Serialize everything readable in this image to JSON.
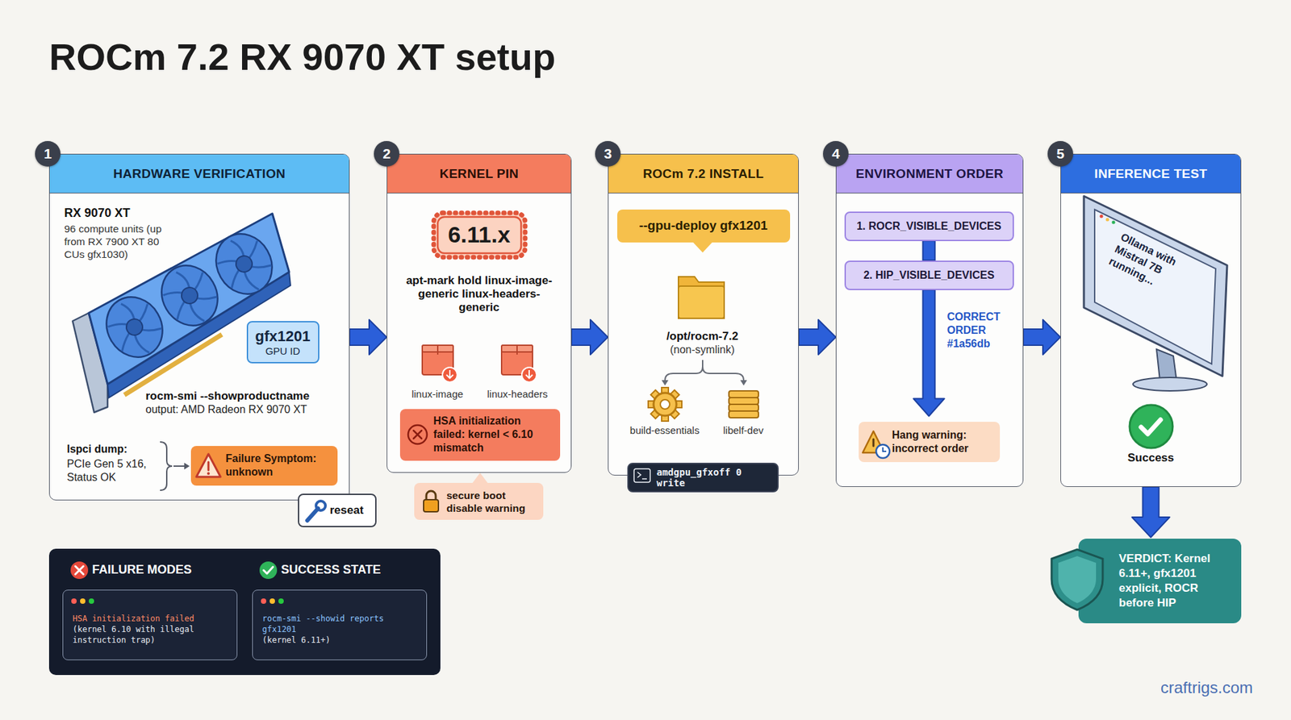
{
  "diagram": {
    "title": "ROCm 7.2 RX 9070 XT setup",
    "nodes": [
      {
        "text": [
          "HARDWARE VERIFICATION",
          "RX 9070 XT",
          "96 compute units (up from RX 7900 XT 80 CUs gfx1030)",
          "rocm-smi --showproductname",
          "output: AMD Radeon RX 9070 XT",
          "lspci dump:",
          "PCIe Gen 5 x16, Status OK"
        ]
      },
      {
        "text": [
          "gfx1201",
          "GPU ID"
        ],
        "in": 0
      },
      {
        "text": [
          "Failure Symptom: unknown"
        ],
        "in": 0
      },
      {
        "text": [
          "reseat"
        ],
        "in": 0
      },
      {
        "text": [
          "KERNEL PIN",
          "apt-mark hold linux-image-generic linux-headers-generic",
          "linux-image",
          "linux-headers"
        ]
      },
      {
        "text": [
          "6.11.x"
        ],
        "in": 4
      },
      {
        "text": [
          "HSA initialization failed: kernel < 6.10 mismatch"
        ],
        "in": 4
      },
      {
        "text": [
          "secure boot disable warning"
        ]
      },
      {
        "text": [
          "ROCm 7.2 INSTALL",
          "/opt/rocm-7.2",
          "(non-symlink)",
          "build-essentials",
          "libelf-dev"
        ]
      },
      {
        "text": [
          "--gpu-deploy gfx1201"
        ],
        "in": 8
      },
      {
        "text": [
          "amdgpu_gfxoff 0 write"
        ],
        "in": 8
      },
      {
        "text": [
          "ENVIRONMENT ORDER",
          "CORRECT ORDER #1a56db"
        ]
      },
      {
        "text": [
          "1. ROCR_VISIBLE_DEVICES"
        ],
        "in": 11
      },
      {
        "text": [
          "2. HIP_VISIBLE_DEVICES"
        ],
        "in": 11
      },
      {
        "text": [
          "Hang warning: incorrect order"
        ],
        "in": 11
      },
      {
        "text": [
          "INFERENCE TEST",
          "Ollama with Mistral 7B running...",
          "Success"
        ]
      },
      {
        "text": [
          "VERDICT: Kernel 6.11+, gfx1201 explicit, ROCR before HIP"
        ]
      },
      {
        "text": [
          "FAILURE MODES",
          "SUCCESS STATE"
        ]
      },
      {
        "text": [
          "HSA initialization failed",
          "(kernel 6.10 with illegal instruction trap)"
        ],
        "in": 17
      },
      {
        "text": [
          "rocm-smi --showid reports gfx1201",
          "(kernel 6.11+)"
        ],
        "in": 17
      }
    ],
    "edges": [
      {
        "from": 0,
        "to": 4,
        "arrow": "to"
      },
      {
        "from": 4,
        "to": 8,
        "arrow": "to"
      },
      {
        "from": 8,
        "to": 11,
        "arrow": "to"
      },
      {
        "from": 11,
        "to": 15,
        "arrow": "to"
      },
      {
        "from": 15,
        "to": 16,
        "arrow": "to"
      },
      {
        "from": 13,
        "to": 14,
        "arrow": "to"
      }
    ],
    "labels": [
      "1",
      "2",
      "3",
      "4",
      "5",
      "craftrigs.com"
    ]
  }
}
